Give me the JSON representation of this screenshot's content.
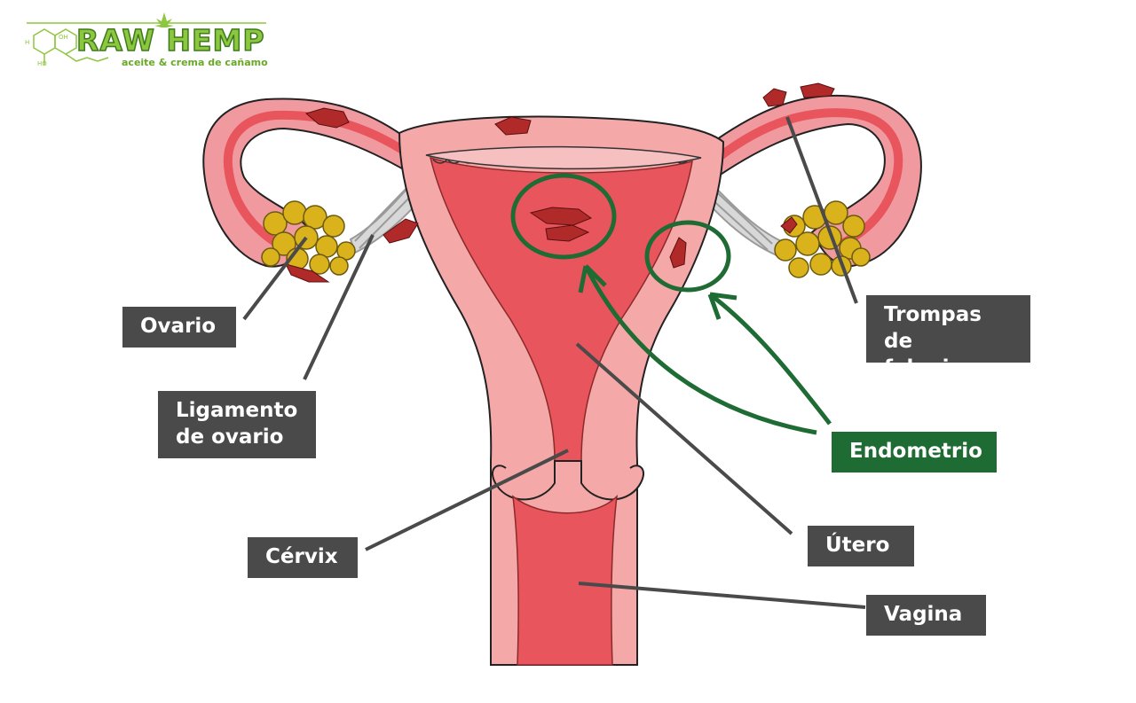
{
  "logo": {
    "brand": "RAW HEMP",
    "tagline": "aceite & crema de cañamo",
    "molecule_labels": [
      "OH",
      "HO",
      "H"
    ],
    "brand_color": "#8dc63f"
  },
  "labels": {
    "ovario": "Ovario",
    "ligamento": [
      "Ligamento",
      "de ovario"
    ],
    "cervix": "Cérvix",
    "trompas": [
      "Trompas de",
      "falopio"
    ],
    "endometrio": "Endometrio",
    "utero": "Útero",
    "vagina": "Vagina"
  },
  "colors": {
    "label_bg": "#4a4a4a",
    "highlight": "#1f6b34",
    "tissue_light": "#f4a8a8",
    "tissue_dark": "#e8555c",
    "lesion": "#b02a2a",
    "ovary_follicle": "#d9b21c"
  }
}
